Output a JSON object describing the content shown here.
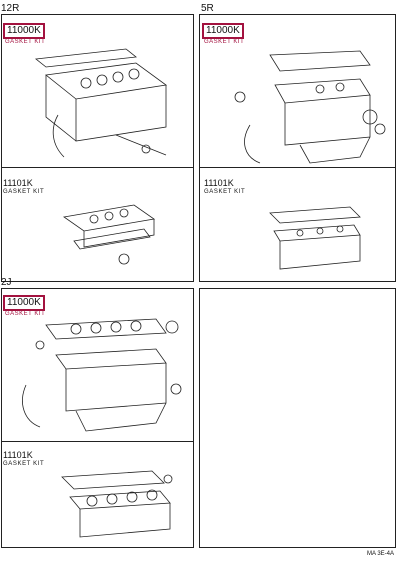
{
  "panels": [
    {
      "header": "12R",
      "kit_code": "11000K",
      "kit_sub": "GASKET KIT",
      "alt_code": "11101K",
      "alt_label": "GASKET KIT"
    },
    {
      "header": "5R",
      "kit_code": "11000K",
      "kit_sub": "GASKET KIT",
      "alt_code": "11101K",
      "alt_label": "GASKET KIT"
    },
    {
      "header": "2J",
      "kit_code": "11000K",
      "kit_sub": "GASKET KIT",
      "alt_code": "11101K",
      "alt_label": "GASKET KIT"
    }
  ],
  "footer_ref": "MA 3E-4A"
}
